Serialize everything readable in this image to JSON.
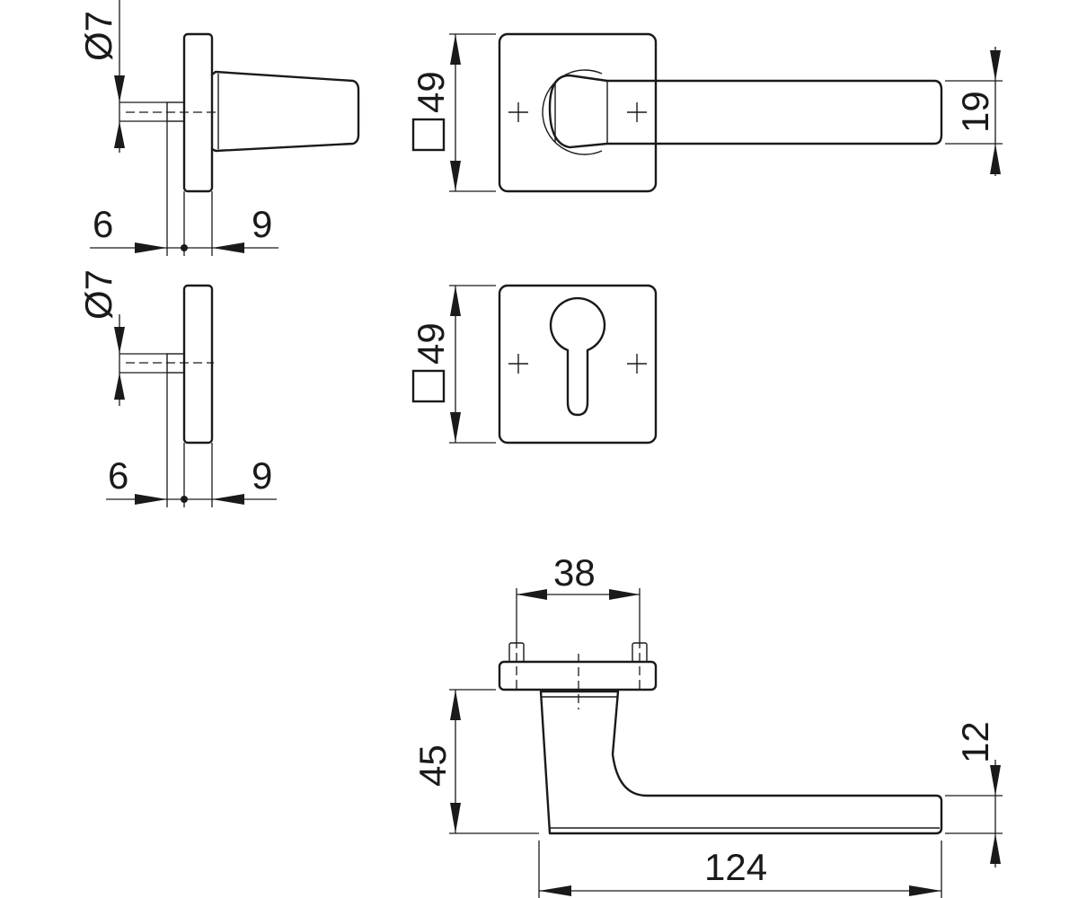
{
  "dimensions": {
    "pin_diameter_top": "Ø7",
    "pin_diameter_bottom": "Ø7",
    "offset_left_top": "6",
    "offset_right_top": "9",
    "offset_left_bottom": "6",
    "offset_right_bottom": "9",
    "rose_square_top": "49",
    "rose_square_bottom": "49",
    "lever_grip_height": "19",
    "fixing_spacing": "38",
    "projection": "45",
    "lever_end_height": "12",
    "lever_length": "124"
  }
}
